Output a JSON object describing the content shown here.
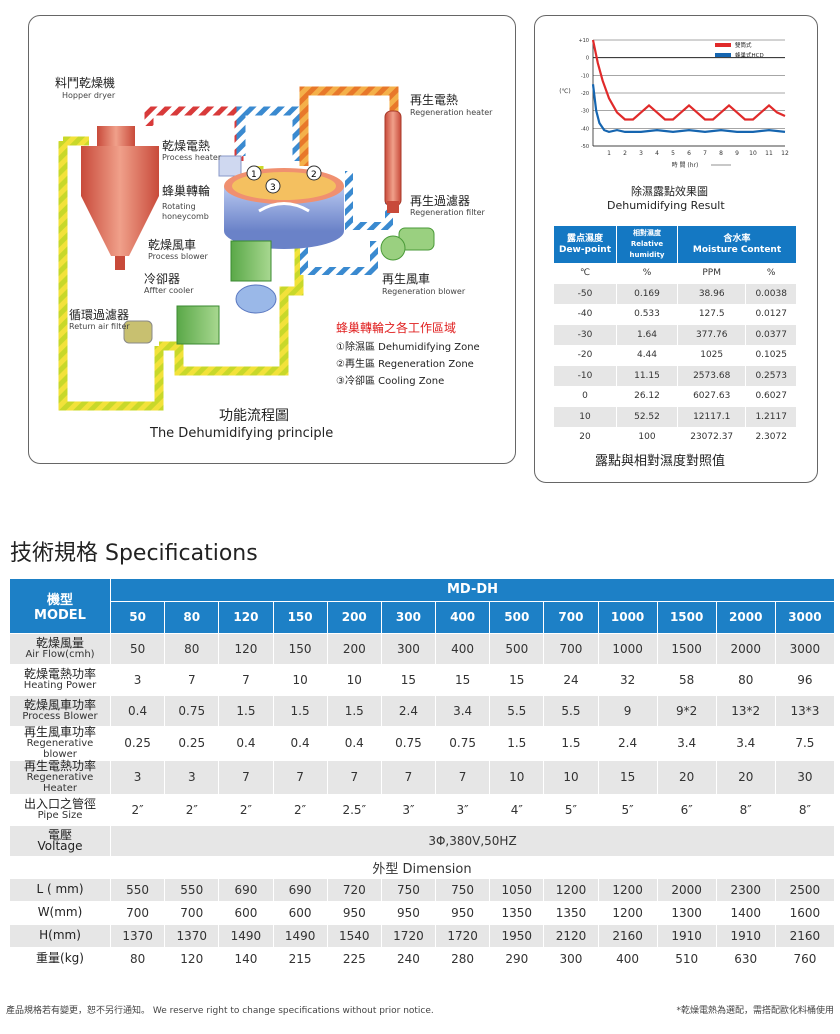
{
  "diagram": {
    "hopper_zh": "料鬥乾燥機",
    "hopper_en": "Hopper dryer",
    "process_heater_zh": "乾燥電熱",
    "process_heater_en": "Process heater",
    "rotating_zh": "蜂巢轉輪",
    "rotating_en_1": "Rotating",
    "rotating_en_2": "honeycomb",
    "process_blower_zh": "乾燥風車",
    "process_blower_en": "Process blower",
    "after_cooler_zh": "冷卻器",
    "after_cooler_en": "Affter cooler",
    "return_filter_zh": "循環過濾器",
    "return_filter_en": "Return air filter",
    "regen_heater_zh": "再生電熱",
    "regen_heater_en": "Regeneration heater",
    "regen_filter_zh": "再生過濾器",
    "regen_filter_en": "Regeneration filter",
    "regen_blower_zh": "再生風車",
    "regen_blower_en": "Regeneration blower",
    "zones_title": "蜂巢轉輪之各工作區域",
    "zone_1": "①除濕區 Dehumidifying Zone",
    "zone_2": "②再生區 Regeneration Zone",
    "zone_3": "③冷卻區 Cooling Zone",
    "wheel_num_1": "1",
    "wheel_num_2": "2",
    "wheel_num_3": "3",
    "caption_zh": "功能流程圖",
    "caption_en": "The Dehumidifying principle"
  },
  "chart_data": {
    "type": "line",
    "title": "",
    "xlabel": "時 間 (hr)",
    "ylabel": "(℃)",
    "x_ticks": [
      "1",
      "2",
      "3",
      "4",
      "5",
      "6",
      "7",
      "8",
      "9",
      "10",
      "11",
      "12"
    ],
    "y_ticks": [
      "+10",
      "0",
      "-10",
      "-20",
      "-30",
      "-40",
      "-50"
    ],
    "xlim": [
      0,
      12
    ],
    "ylim": [
      10,
      -50
    ],
    "legend_position": "top-right",
    "series": [
      {
        "name": "雙筒式",
        "color": "#e02a2a",
        "x": [
          0,
          0.3,
          0.6,
          1,
          1.5,
          2,
          2.5,
          3,
          3.5,
          4,
          4.5,
          5,
          5.5,
          6,
          6.5,
          7,
          7.5,
          8,
          8.5,
          9,
          9.5,
          10,
          10.5,
          11,
          11.5,
          12
        ],
        "y": [
          10,
          -3,
          -13,
          -23,
          -31,
          -35,
          -35,
          -31,
          -27,
          -31,
          -35,
          -35,
          -31,
          -27,
          -31,
          -35,
          -35,
          -31,
          -27,
          -31,
          -35,
          -35,
          -31,
          -27,
          -31,
          -33
        ]
      },
      {
        "name": "蜂巢式HCD",
        "color": "#1565b0",
        "x": [
          0,
          0.2,
          0.4,
          0.7,
          1,
          1.5,
          2,
          3,
          4,
          5,
          6,
          7,
          8,
          9,
          10,
          11,
          12
        ],
        "y": [
          -15,
          -30,
          -37,
          -41,
          -42,
          -41,
          -42,
          -42,
          -41,
          -42,
          -41,
          -42,
          -41,
          -42,
          -42,
          -41,
          -42
        ]
      }
    ]
  },
  "chart_caption_zh": "除濕露點效果圖",
  "chart_caption_en": "Dehumidifying Result",
  "dew_table": {
    "headers": [
      {
        "zh": "露点濕度",
        "en": "Dew-point"
      },
      {
        "zh": "相對濕度",
        "en": "Relative humidity"
      },
      {
        "zh": "含水率",
        "en": "Moisture Content"
      }
    ],
    "units": [
      "℃",
      "%",
      "PPM",
      "%"
    ],
    "rows": [
      [
        "-50",
        "0.169",
        "38.96",
        "0.0038"
      ],
      [
        "-40",
        "0.533",
        "127.5",
        "0.0127"
      ],
      [
        "-30",
        "1.64",
        "377.76",
        "0.0377"
      ],
      [
        "-20",
        "4.44",
        "1025",
        "0.1025"
      ],
      [
        "-10",
        "11.15",
        "2573.68",
        "0.2573"
      ],
      [
        "0",
        "26.12",
        "6027.63",
        "0.6027"
      ],
      [
        "10",
        "52.52",
        "12117.1",
        "1.2117"
      ],
      [
        "20",
        "100",
        "23072.37",
        "2.3072"
      ]
    ],
    "caption": "露點與相對濕度對照值"
  },
  "spec": {
    "heading": "技術規格  Specifications",
    "model_zh": "機型",
    "model_en": "MODEL",
    "series_name": "MD-DH",
    "models": [
      "50",
      "80",
      "120",
      "150",
      "200",
      "300",
      "400",
      "500",
      "700",
      "1000",
      "1500",
      "2000",
      "3000"
    ],
    "rows": [
      {
        "zh": "乾燥風量",
        "en": "Air Flow(cmh)",
        "values": [
          "50",
          "80",
          "120",
          "150",
          "200",
          "300",
          "400",
          "500",
          "700",
          "1000",
          "1500",
          "2000",
          "3000"
        ]
      },
      {
        "zh": "乾燥電熱功率",
        "en": "Heating Power",
        "values": [
          "3",
          "7",
          "7",
          "10",
          "10",
          "15",
          "15",
          "15",
          "24",
          "32",
          "58",
          "80",
          "96"
        ]
      },
      {
        "zh": "乾燥風車功率",
        "en": "Process Blower",
        "values": [
          "0.4",
          "0.75",
          "1.5",
          "1.5",
          "1.5",
          "2.4",
          "3.4",
          "5.5",
          "5.5",
          "9",
          "9*2",
          "13*2",
          "13*3"
        ]
      },
      {
        "zh": "再生風車功率",
        "en": "Regenerative blower",
        "values": [
          "0.25",
          "0.25",
          "0.4",
          "0.4",
          "0.4",
          "0.75",
          "0.75",
          "1.5",
          "1.5",
          "2.4",
          "3.4",
          "3.4",
          "7.5"
        ]
      },
      {
        "zh": "再生電熱功率",
        "en": "Regenerative Heater",
        "values": [
          "3",
          "3",
          "7",
          "7",
          "7",
          "7",
          "7",
          "10",
          "10",
          "15",
          "20",
          "20",
          "30"
        ]
      },
      {
        "zh": "出入口之管徑",
        "en": "Pipe Size",
        "values": [
          "2″",
          "2″",
          "2″",
          "2″",
          "2.5″",
          "3″",
          "3″",
          "4″",
          "5″",
          "5″",
          "6″",
          "8″",
          "8″"
        ]
      }
    ],
    "voltage_zh": "電壓",
    "voltage_en": "Voltage",
    "voltage_value": "3Φ,380V,50HZ",
    "dimension_label": "外型   Dimension",
    "dim_rows": [
      {
        "label": "L ( mm)",
        "values": [
          "550",
          "550",
          "690",
          "690",
          "720",
          "750",
          "750",
          "1050",
          "1200",
          "1200",
          "2000",
          "2300",
          "2500"
        ]
      },
      {
        "label": "W(mm)",
        "values": [
          "700",
          "700",
          "600",
          "600",
          "950",
          "950",
          "950",
          "1350",
          "1350",
          "1200",
          "1300",
          "1400",
          "1600"
        ]
      },
      {
        "label": "H(mm)",
        "values": [
          "1370",
          "1370",
          "1490",
          "1490",
          "1540",
          "1720",
          "1720",
          "1950",
          "2120",
          "2160",
          "1910",
          "1910",
          "2160"
        ]
      },
      {
        "label": "重量(kg)",
        "values": [
          "80",
          "120",
          "140",
          "215",
          "225",
          "240",
          "280",
          "290",
          "300",
          "400",
          "510",
          "630",
          "760"
        ]
      }
    ],
    "footnote_left": "產品規格若有變更，恕不另行通知。 We reserve right to change specifications without prior notice.",
    "footnote_right": "*乾燥電熱為選配，需搭配歐化料桶使用"
  }
}
